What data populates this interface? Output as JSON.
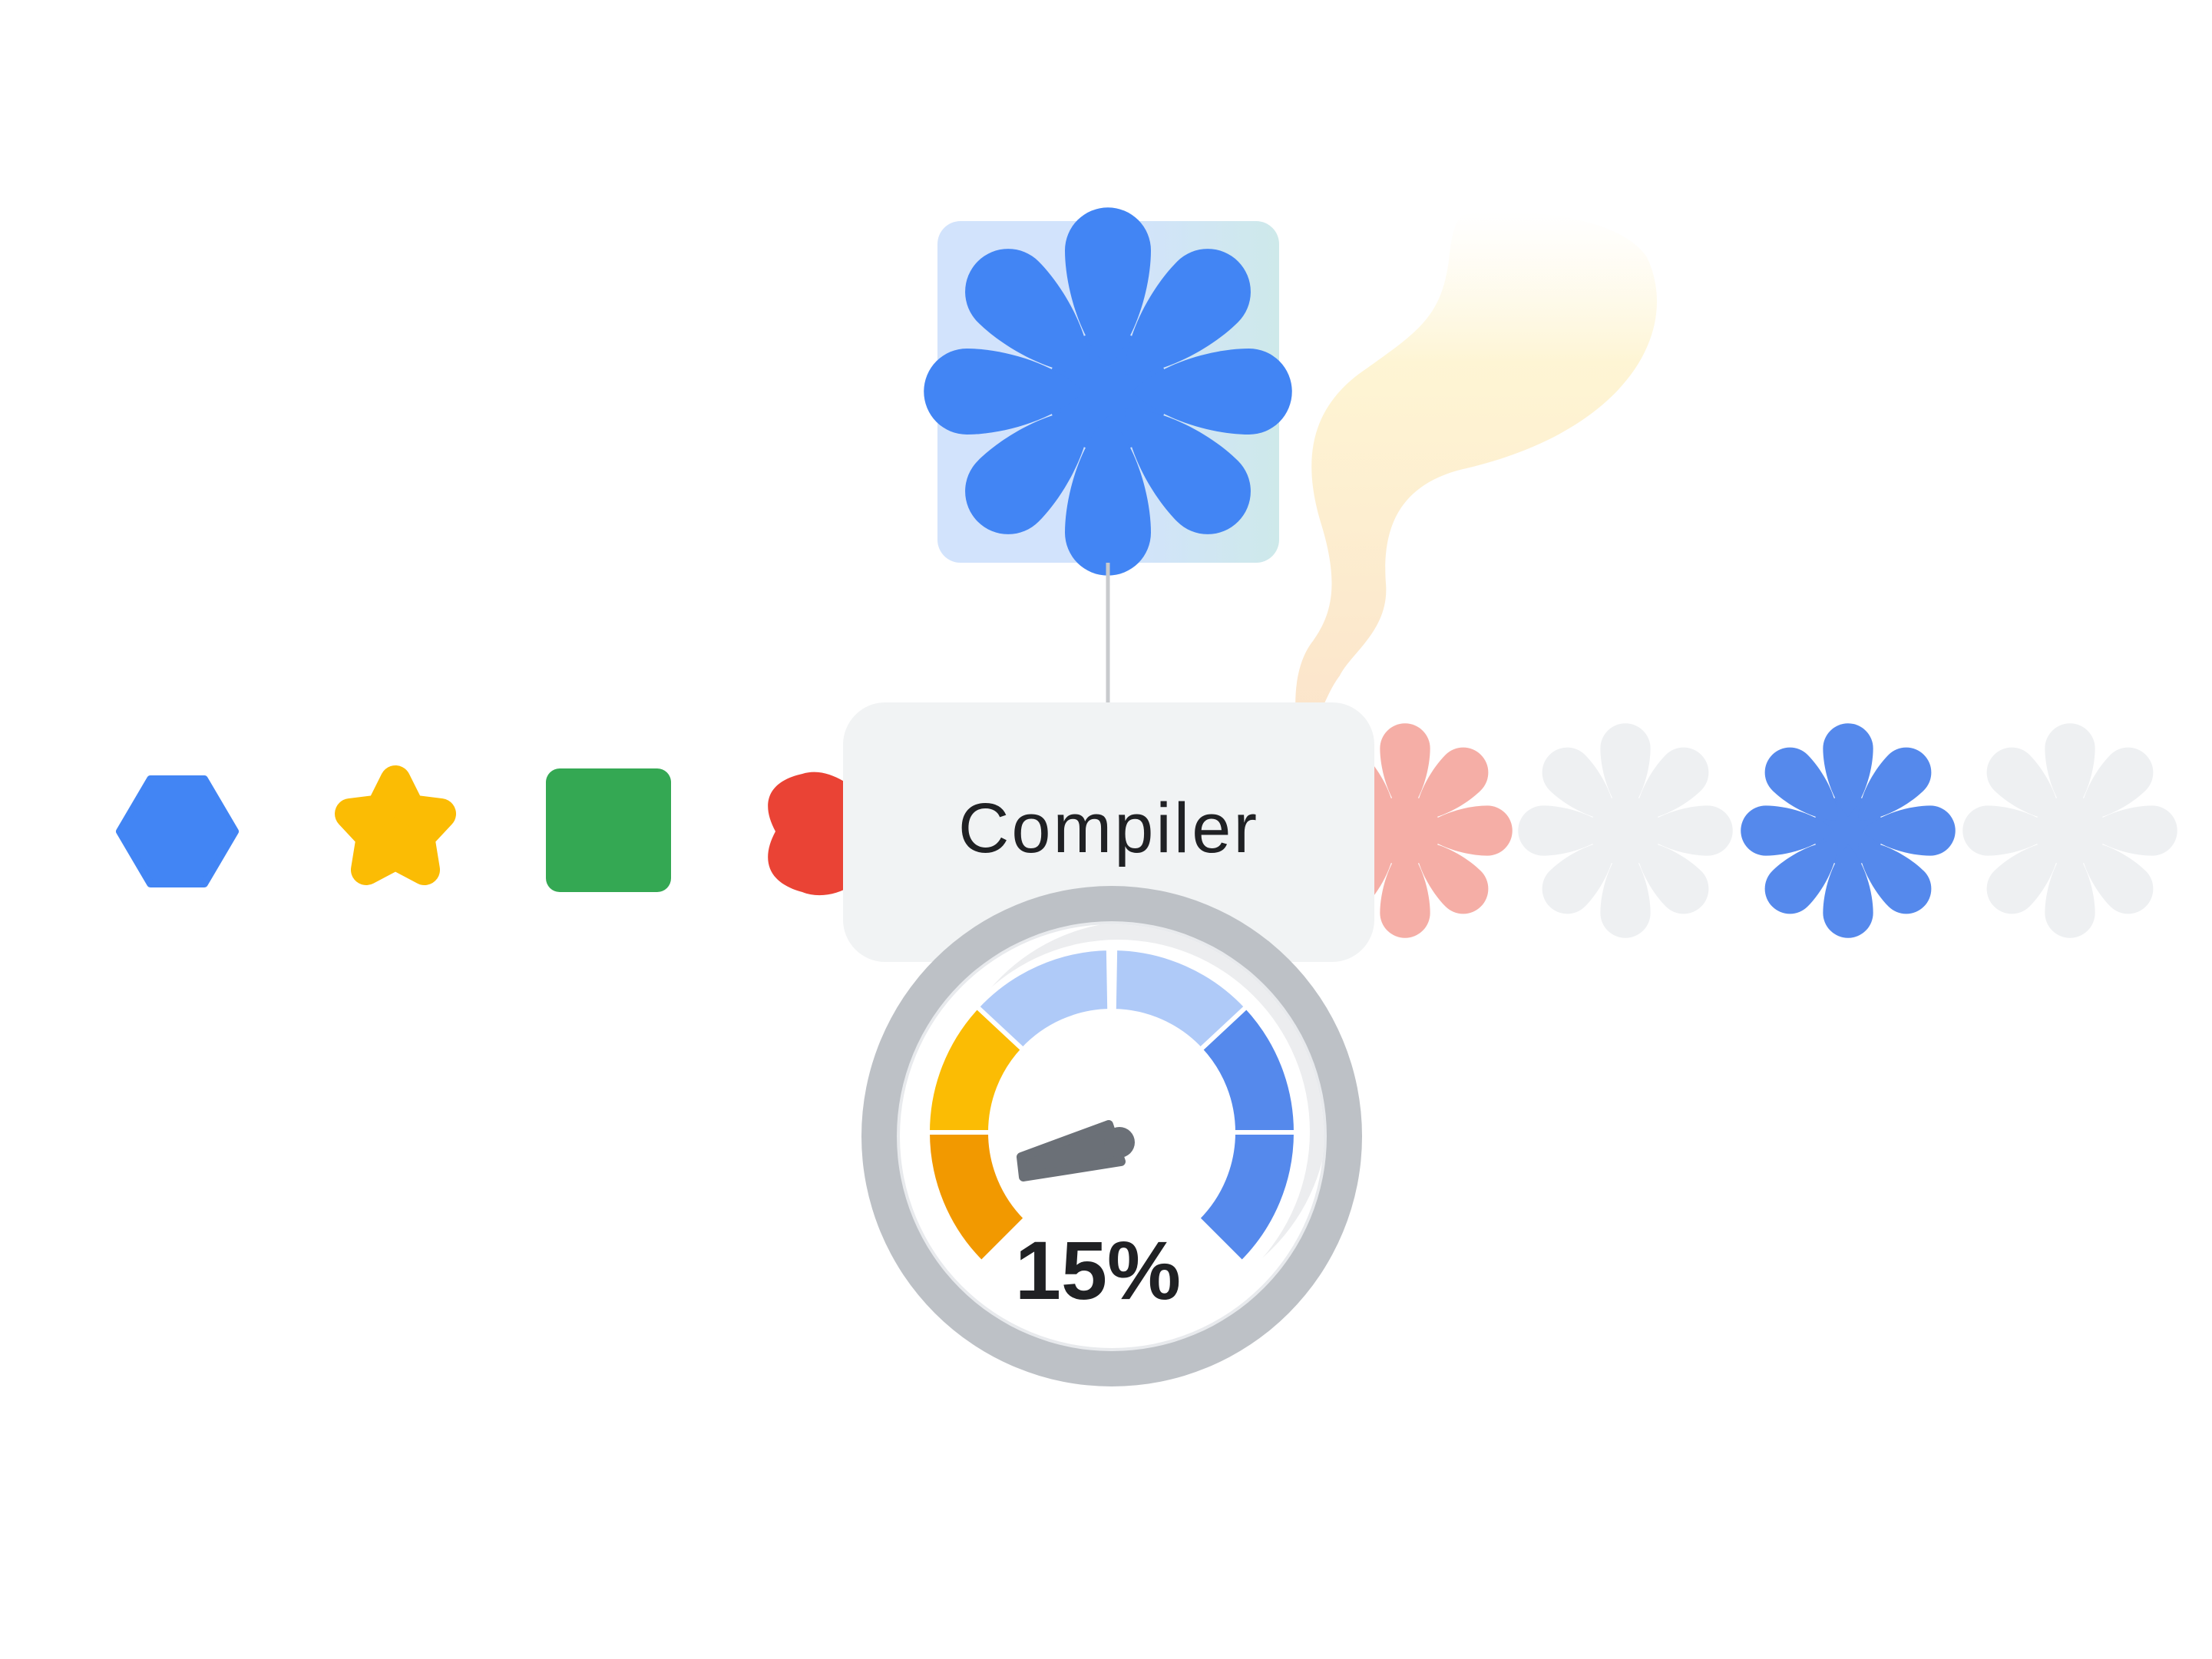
{
  "compiler": {
    "label": "Compiler"
  },
  "gauge": {
    "value_label": "15%",
    "value_percent": 15
  },
  "colors": {
    "blue": "#4285F4",
    "yellow": "#FBBC04",
    "green": "#34A853",
    "red": "#EA4335",
    "pink": "#F5AEA6",
    "light_gray": "#EEF0F2",
    "box_gray": "#F1F3F4",
    "ring_gray": "#BDC1C6",
    "needle": "#6B7077",
    "gauge_light_blue": "#AFCAF8",
    "gauge_blue": "#5589EC",
    "gauge_orange": "#F29900"
  },
  "icons": {
    "source_item": "blue-flower-icon",
    "input_shapes": [
      "blue-hexagon-icon",
      "yellow-star-icon",
      "green-square-icon",
      "red-cross-icon"
    ],
    "output_shapes": [
      "pink-flower-icon",
      "gray-flower-icon",
      "blue-flower-icon",
      "gray-flower-icon"
    ]
  }
}
